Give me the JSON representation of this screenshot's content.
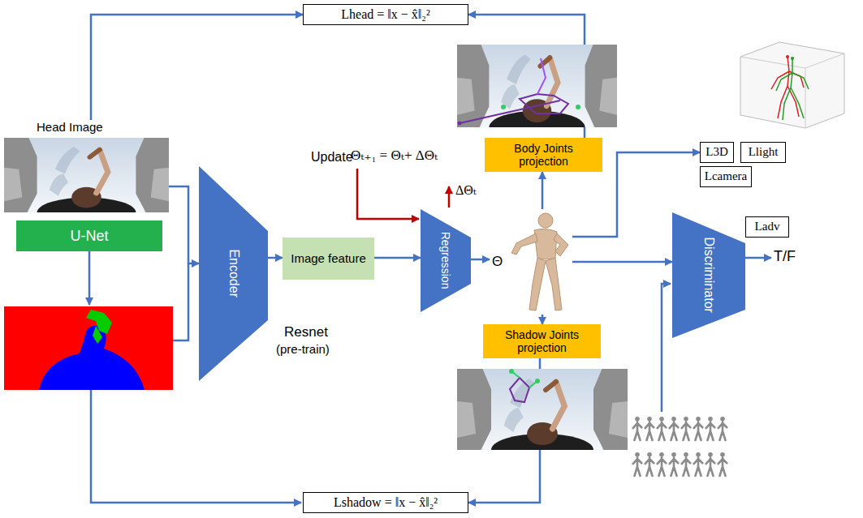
{
  "diagram": {
    "nodes": [
      {
        "text": [
          "Lhead = ‖x − x̂‖₂²"
        ]
      },
      {
        "text": [
          "Head Image"
        ]
      },
      {
        "text": [
          "U-Net"
        ]
      },
      {
        "text": [
          "Encoder"
        ]
      },
      {
        "text": [
          "Image feature"
        ]
      },
      {
        "text": [
          "Regression"
        ]
      },
      {
        "text": [
          "Θ"
        ]
      },
      {
        "text": [
          "Body Joints projection"
        ]
      },
      {
        "text": [
          "Shadow Joints projection"
        ]
      },
      {
        "text": [
          "L3D"
        ]
      },
      {
        "text": [
          "Llight"
        ]
      },
      {
        "text": [
          "Lcamera"
        ]
      },
      {
        "text": [
          "Discriminator"
        ]
      },
      {
        "text": [
          "Ladv"
        ]
      },
      {
        "text": [
          "Lshadow = ‖x − x̂‖₂²"
        ]
      }
    ],
    "edges": [
      {
        "from": 1,
        "to": 3,
        "arrow": "to"
      },
      {
        "from": 1,
        "to": 0,
        "arrow": "to"
      },
      {
        "from": 3,
        "to": 4,
        "arrow": "to"
      },
      {
        "from": 4,
        "to": 5,
        "arrow": "to"
      },
      {
        "from": 5,
        "to": 6,
        "arrow": "to"
      },
      {
        "from": 6,
        "to": 7,
        "arrow": "to"
      },
      {
        "from": 7,
        "to": 0,
        "arrow": "to"
      },
      {
        "from": 6,
        "to": 8,
        "arrow": "to"
      },
      {
        "from": 8,
        "to": 14,
        "arrow": "to"
      },
      {
        "from": 6,
        "to": 9,
        "arrow": "to"
      },
      {
        "from": 6,
        "to": 12,
        "arrow": "to"
      }
    ],
    "labels": [
      "Resnet",
      "(pre-train)",
      "Update",
      "Θₜ₊₁ = Θₜ+ ΔΘₜ",
      "ΔΘₜ",
      "T/F"
    ]
  }
}
